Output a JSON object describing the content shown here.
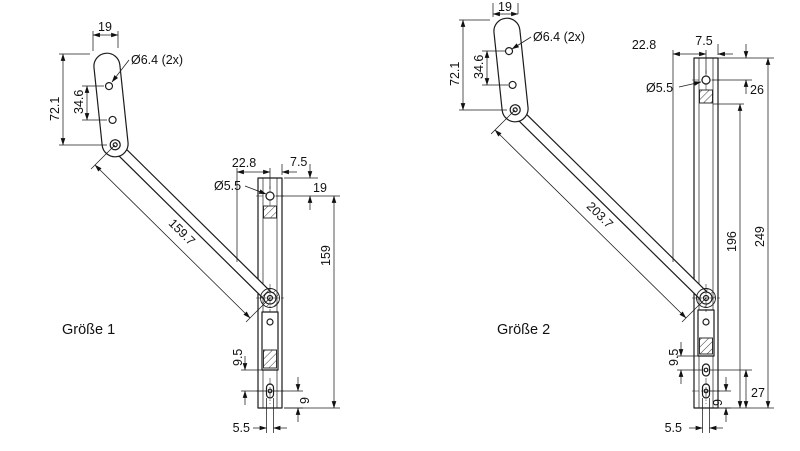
{
  "page": {
    "background": "#ffffff",
    "line_color": "#1c1c1c"
  },
  "figure1": {
    "label": "Größe 1",
    "dims": {
      "plate_width": "19",
      "plate_hole_callout": "Ø6.4 (2x)",
      "plate_hole_spacing": "34.6",
      "plate_height": "72.1",
      "arm_length": "159.7",
      "rail_offset": "22.8",
      "rail_edge": "7.5",
      "rail_hole_callout": "Ø5.5",
      "rail_hole_top": "19",
      "rail_length": "159",
      "slot_offset": "9.5",
      "rail_end_offset": "9",
      "slot_width": "5.5"
    }
  },
  "figure2": {
    "label": "Größe 2",
    "dims": {
      "plate_width": "19",
      "plate_hole_callout": "Ø6.4 (2x)",
      "plate_hole_spacing": "34.6",
      "plate_height": "72.1",
      "arm_length": "203.7",
      "rail_offset": "22.8",
      "rail_edge": "7.5",
      "rail_hole_callout": "Ø5.5",
      "rail_hole_top": "26",
      "rail_inner_length": "196",
      "rail_length": "249",
      "slot_offset": "9.5",
      "slot_end_offset": "27",
      "rail_end_offset": "9",
      "slot_width": "5.5"
    }
  }
}
